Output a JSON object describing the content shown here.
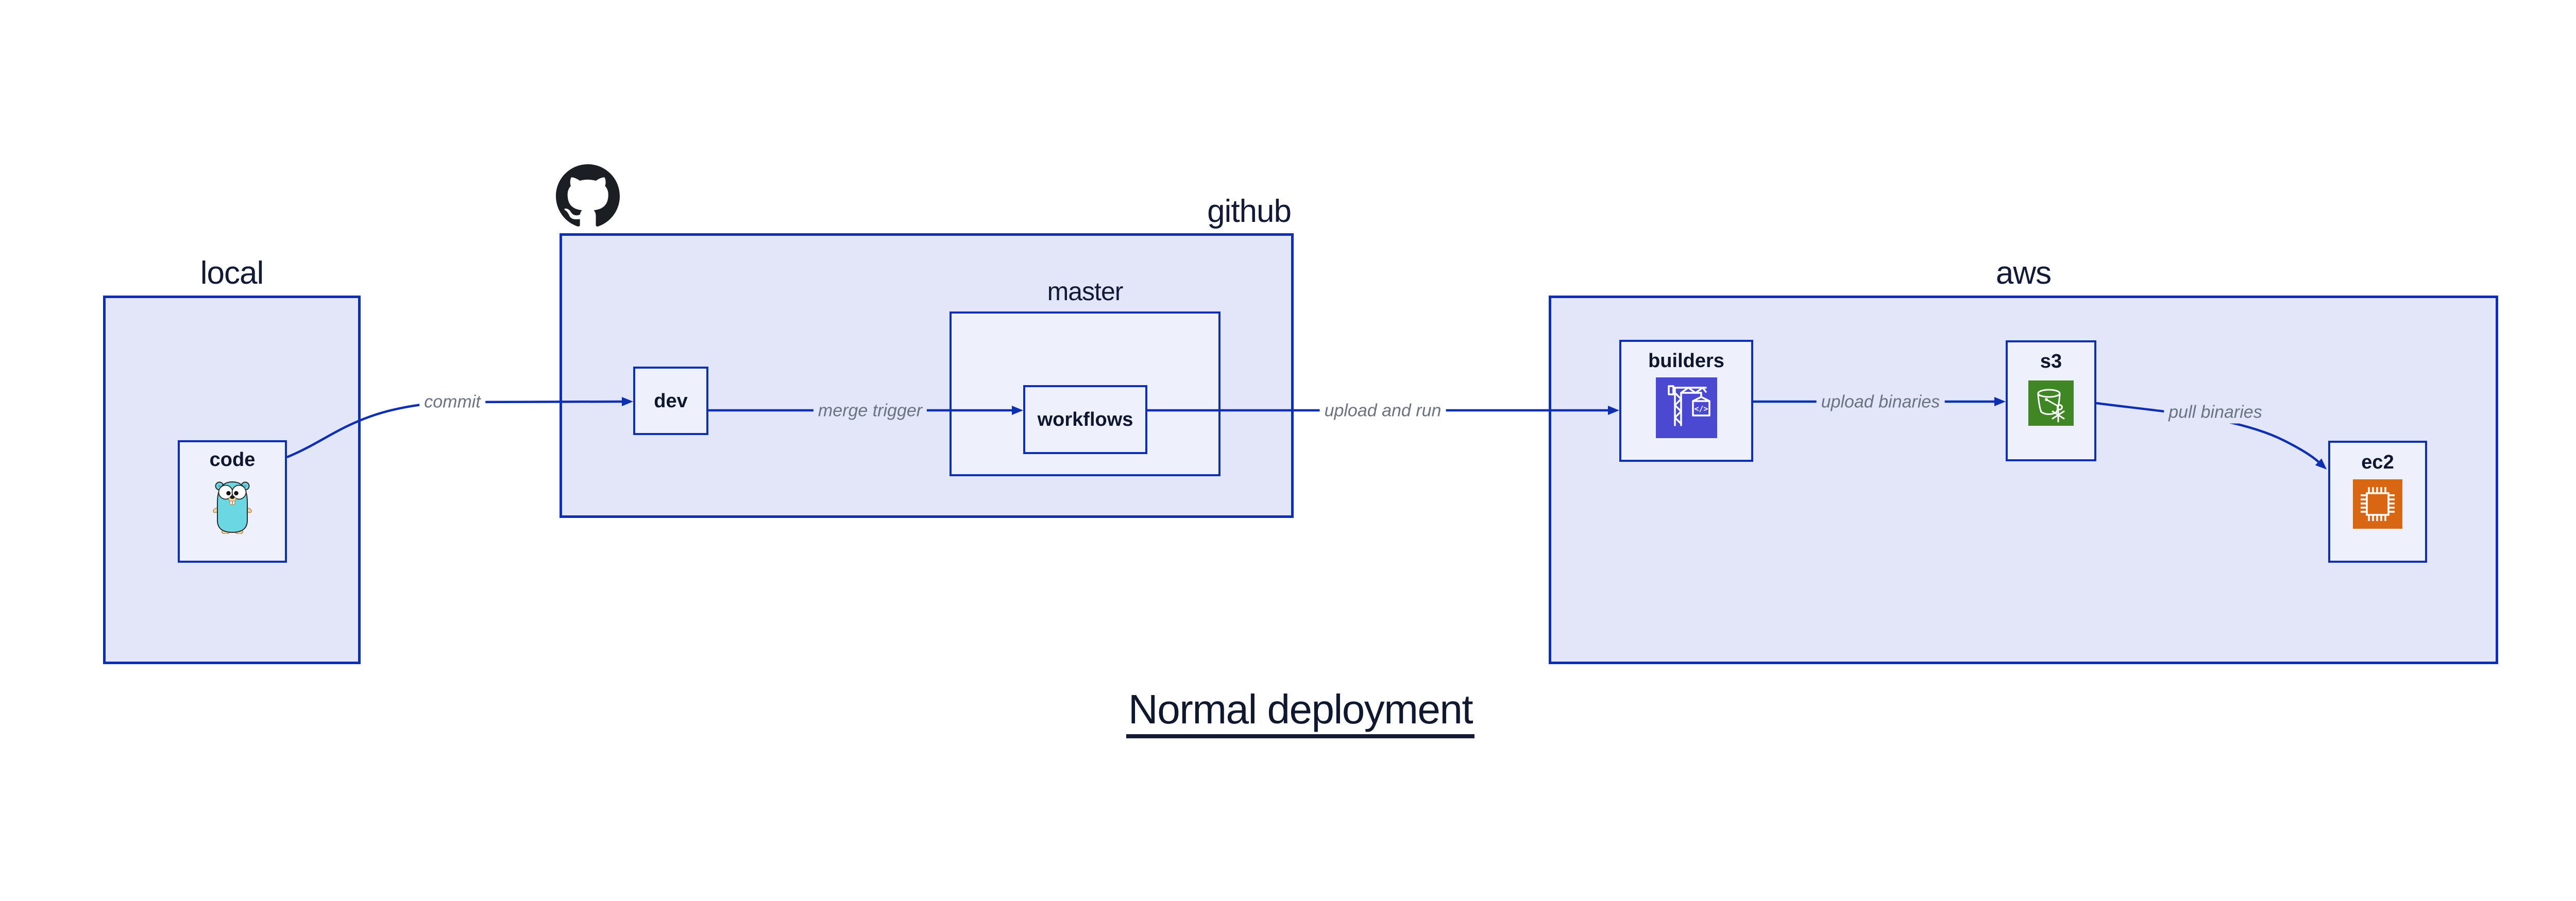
{
  "title": "Normal deployment",
  "clusters": {
    "local": {
      "label": "local"
    },
    "github": {
      "label": "github"
    },
    "master": {
      "label": "master"
    },
    "aws": {
      "label": "aws"
    }
  },
  "nodes": {
    "code": {
      "label": "code",
      "icon": "go-gopher-icon"
    },
    "dev": {
      "label": "dev"
    },
    "workflows": {
      "label": "workflows"
    },
    "builders": {
      "label": "builders",
      "icon": "aws-codebuild-icon"
    },
    "s3": {
      "label": "s3",
      "icon": "aws-s3-glacier-icon"
    },
    "ec2": {
      "label": "ec2",
      "icon": "aws-ec2-icon"
    },
    "codebuild_icon_text": "</>"
  },
  "edges": [
    {
      "from": "code",
      "to": "dev",
      "label": "commit"
    },
    {
      "from": "dev",
      "to": "workflows",
      "label": "merge trigger"
    },
    {
      "from": "workflows",
      "to": "builders",
      "label": "upload and run"
    },
    {
      "from": "builders",
      "to": "s3",
      "label": "upload binaries"
    },
    {
      "from": "s3",
      "to": "ec2",
      "label": "pull binaries"
    }
  ],
  "colors": {
    "canvas_background": "#ffffff",
    "cluster_border": "#0d2fb4",
    "cluster_fill": "#e2e6f8",
    "node_fill": "#eef1fc",
    "edge_line": "#0d2fb4",
    "edge_label_text": "#6b7280",
    "heading_text": "#10182f",
    "codebuild_icon_bg": "#4b48d2",
    "s3_glacier_icon_bg": "#3f8624",
    "ec2_icon_bg": "#d86613",
    "gopher_body": "#6ad7e2",
    "octocat_mark": "#1b1f23"
  }
}
